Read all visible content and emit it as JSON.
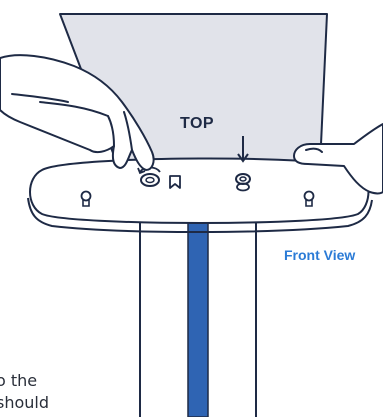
{
  "labels": {
    "top": "TOP",
    "front_view": "Front View"
  },
  "body_text": {
    "line1": "o the",
    "line2": "should"
  },
  "colors": {
    "outline": "#1e2a45",
    "paper_fill": "#e1e3ea",
    "accent_blue": "#2f64b3",
    "label_blue": "#2b7bd6",
    "background": "#ffffff"
  },
  "icons": {
    "spindle": "spindle-icon",
    "bookmark": "bookmark-icon",
    "arrow": "down-arrow-icon",
    "screw": "screw-icon"
  }
}
